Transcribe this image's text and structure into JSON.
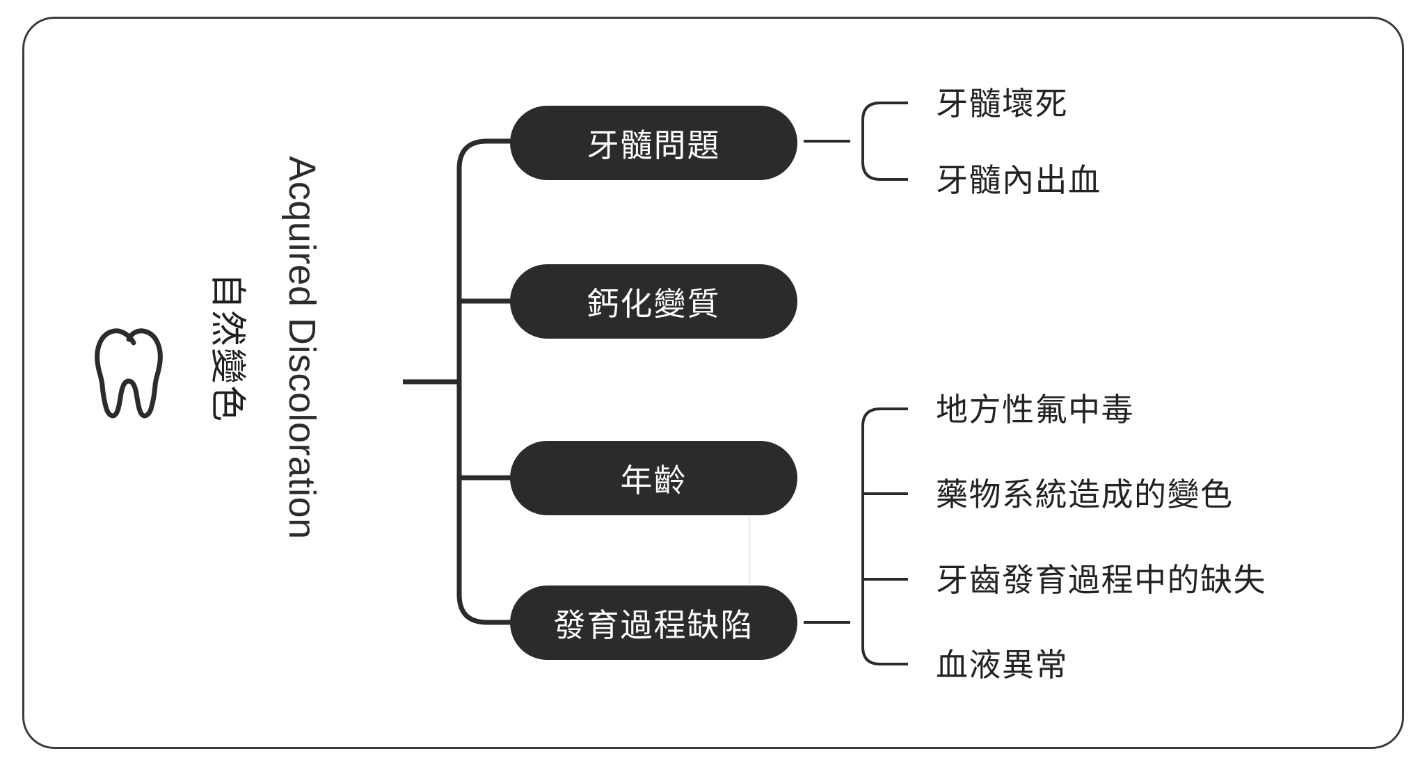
{
  "diagram": {
    "type": "mind-map",
    "root": {
      "icon": "tooth-icon",
      "title_en": "Acquired Discoloration",
      "title_zh": "自然變色"
    },
    "branches": [
      {
        "id": "pulp-problems",
        "label": "牙髓問題",
        "children": [
          "牙髓壞死",
          "牙髓內出血"
        ]
      },
      {
        "id": "calcification",
        "label": "鈣化變質",
        "children": []
      },
      {
        "id": "age",
        "label": "年齡",
        "children": []
      },
      {
        "id": "developmental-defects",
        "label": "發育過程缺陷",
        "children": [
          "地方性氟中毒",
          "藥物系統造成的變色",
          "牙齒發育過程中的缺失",
          "血液異常"
        ]
      }
    ]
  },
  "colors": {
    "node_fill": "#2b2b2b",
    "node_text": "#ffffff",
    "line": "#2b2b2b",
    "frame": "#3a3a3a",
    "leaf_text": "#222222",
    "background": "#ffffff"
  }
}
